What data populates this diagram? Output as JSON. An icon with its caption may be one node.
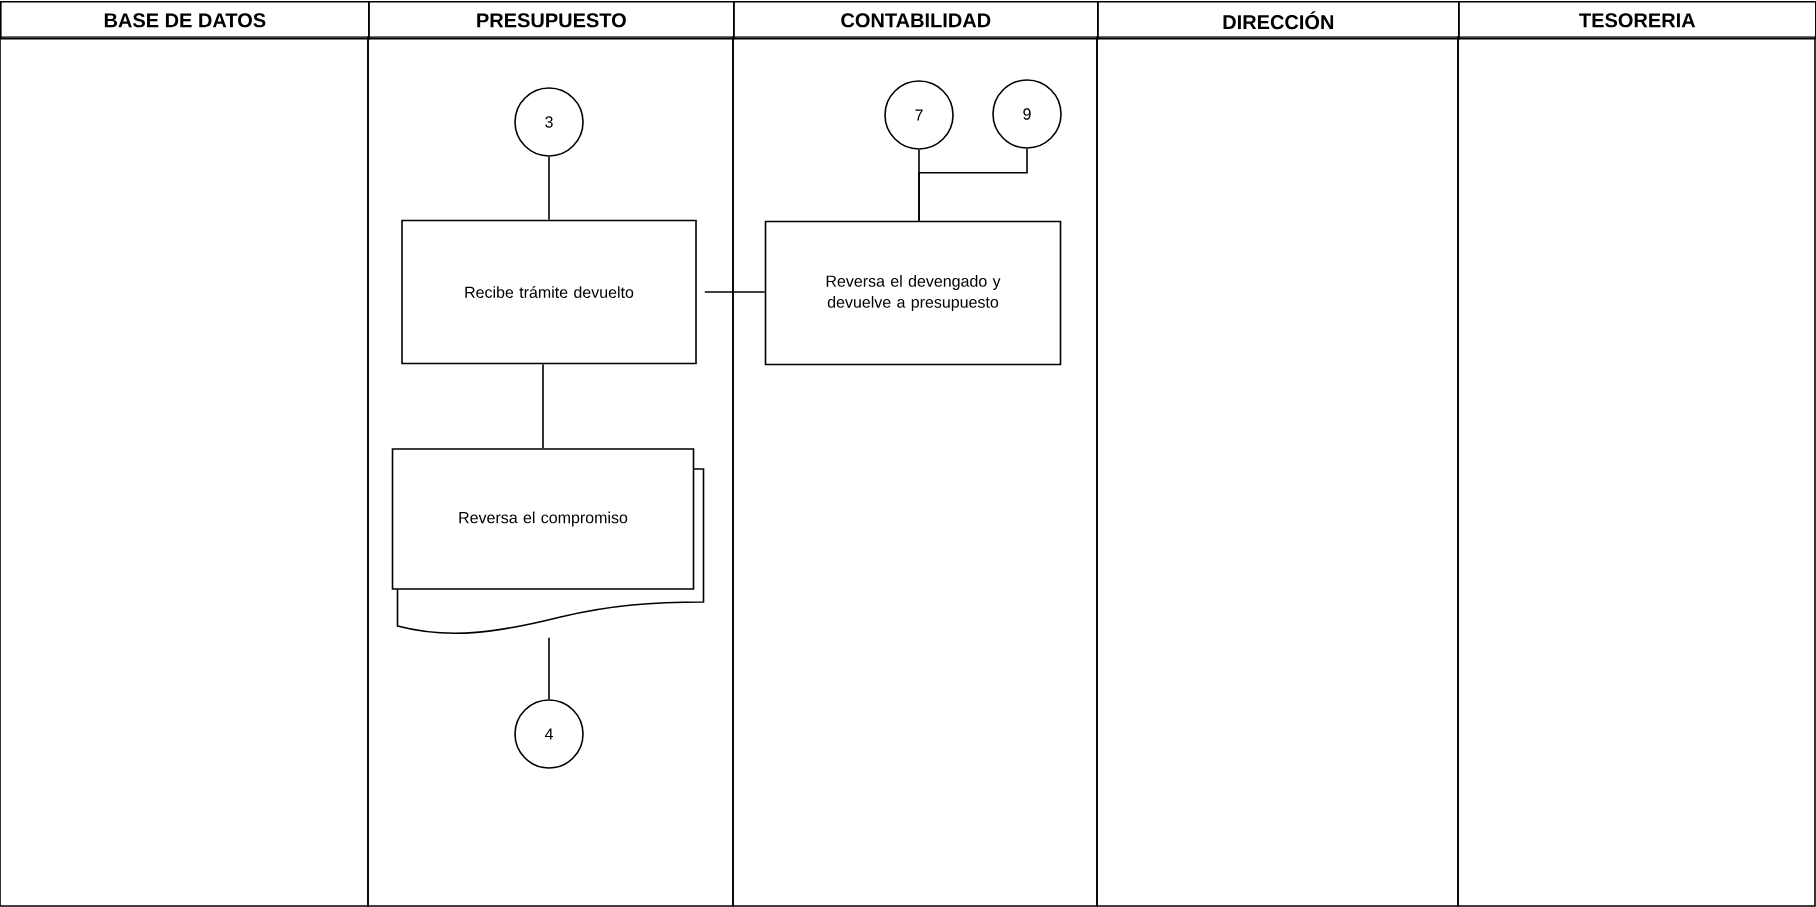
{
  "diagram": {
    "nodes": [
      {
        "text": [
          "BASE DE DATOS"
        ]
      },
      {
        "text": [
          "PRESUPUESTO"
        ]
      },
      {
        "text": [
          "CONTABILIDAD"
        ]
      },
      {
        "text": [
          "DIRECCIÓN"
        ]
      },
      {
        "text": [
          "TESORERIA"
        ]
      },
      {
        "text": [
          "3"
        ],
        "in": 1
      },
      {
        "text": [
          "7"
        ],
        "in": 2
      },
      {
        "text": [
          "9"
        ],
        "in": 2
      },
      {
        "text": [
          "Recibe trámite devuelto"
        ],
        "in": 1
      },
      {
        "text": [
          "Reversa el devengado y devuelve a presupuesto"
        ],
        "in": 2
      },
      {
        "text": [
          "Reversa el compromiso"
        ],
        "in": 1
      },
      {
        "text": [
          "4"
        ],
        "in": 1
      }
    ],
    "edges": [
      {
        "from": 5,
        "to": 8,
        "arrow": "none"
      },
      {
        "from": 6,
        "to": 9,
        "arrow": "none"
      },
      {
        "from": 7,
        "to": 9,
        "arrow": "none"
      },
      {
        "from": 8,
        "to": 9,
        "arrow": "none"
      },
      {
        "from": 8,
        "to": 10,
        "arrow": "none"
      },
      {
        "from": 10,
        "to": 11,
        "arrow": "none"
      }
    ]
  }
}
